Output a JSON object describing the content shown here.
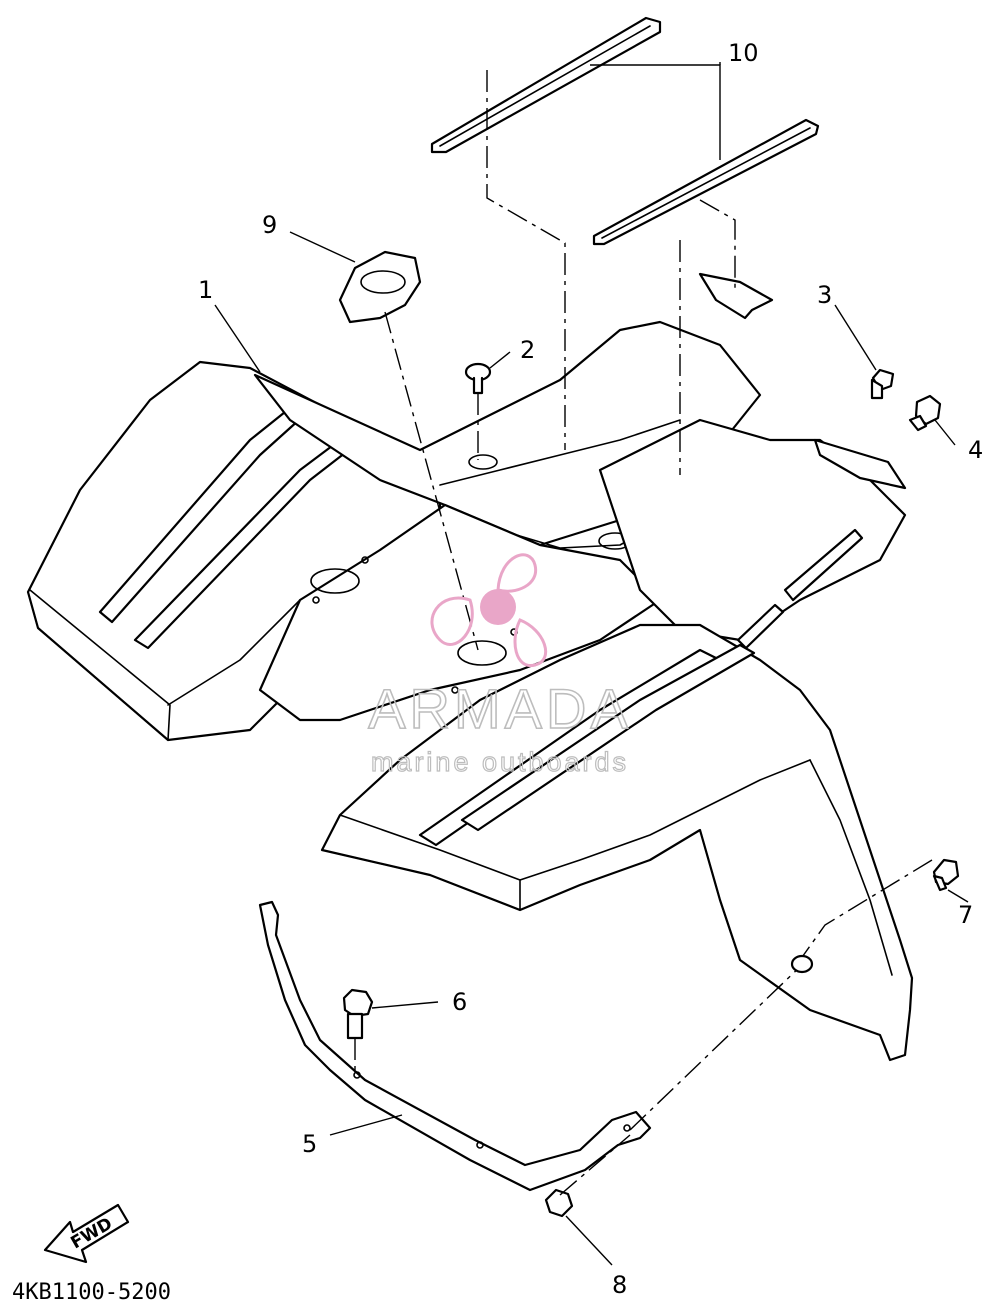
{
  "callouts": {
    "c1": "1",
    "c2": "2",
    "c3": "3",
    "c4": "4",
    "c5": "5",
    "c6": "6",
    "c7": "7",
    "c8": "8",
    "c9": "9",
    "c10": "10"
  },
  "drawing_number": "4KB1100-5200",
  "fwd_label": "FWD",
  "watermark": {
    "title": "ARMADA",
    "subtitle": "marine outboards",
    "accent_color": "#e9a6c8",
    "line_color": "#bdbdbd"
  }
}
